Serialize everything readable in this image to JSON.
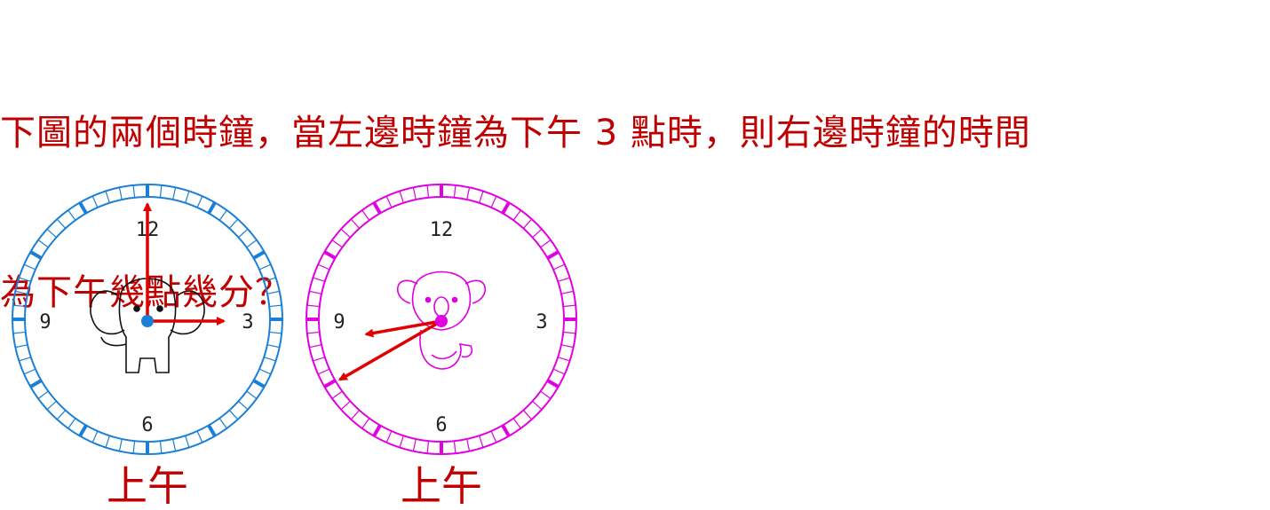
{
  "question": {
    "line1": "下圖的兩個時鐘，當左邊時鐘為下午 3 點時，則右邊時鐘的時間",
    "line2": "為下午幾點幾分？"
  },
  "colors": {
    "question_text": "#c00000",
    "left_clock": "#1a7fd6",
    "right_clock": "#e000e0",
    "hands": "#e00000"
  },
  "clocks": [
    {
      "id": "left",
      "decoration_icon": "elephant-icon",
      "numerals": {
        "n12": "12",
        "n3": "3",
        "n6": "6",
        "n9": "9"
      },
      "period_label": "上午",
      "hour": 3,
      "minute": 0
    },
    {
      "id": "right",
      "decoration_icon": "koala-icon",
      "numerals": {
        "n12": "12",
        "n3": "3",
        "n6": "6",
        "n9": "9"
      },
      "period_label": "上午",
      "hour": 8,
      "minute": 40
    }
  ]
}
